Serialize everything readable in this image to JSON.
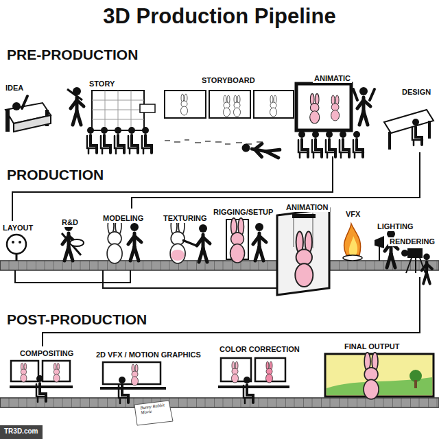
{
  "diagram": {
    "title": "3D Production Pipeline",
    "labels": [
      "PRE-PRODUCTION",
      "IDEA",
      "STORY",
      "STORYBOARD",
      "ANIMATIC",
      "DESIGN",
      "PRODUCTION",
      "LAYOUT",
      "R&D",
      "MODELING",
      "TEXTURING",
      "RIGGING/SETUP",
      "ANIMATION",
      "VFX",
      "LIGHTING",
      "RENDERING",
      "POST-PRODUCTION",
      "COMPOSITING",
      "2D VFX / MOTION GRAPHICS",
      "COLOR CORRECTION",
      "FINAL OUTPUT",
      "Bunny Rabbit Movie",
      "TR3D.com"
    ]
  }
}
